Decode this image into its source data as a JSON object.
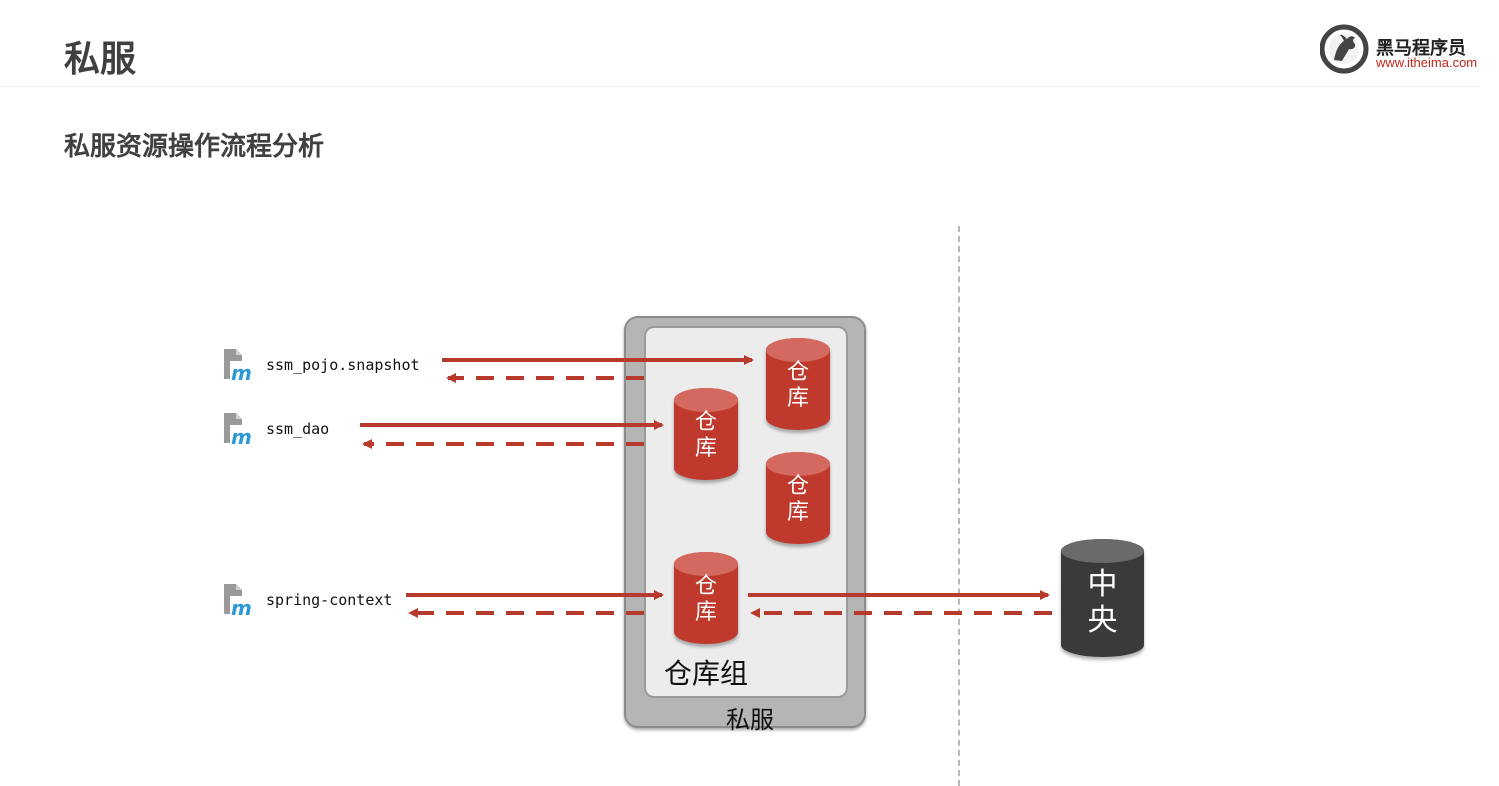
{
  "page": {
    "title": "私服",
    "subtitle": "私服资源操作流程分析"
  },
  "logo": {
    "name": "黑马程序员",
    "url": "www.itheima.com"
  },
  "diagram": {
    "server_label": "私服",
    "group_label": "仓库组",
    "repositories": [
      {
        "label": "仓\n库"
      },
      {
        "label": "仓\n库"
      },
      {
        "label": "仓\n库"
      },
      {
        "label": "仓\n库"
      }
    ],
    "central": {
      "label": "中\n央"
    },
    "modules": [
      {
        "label": "ssm_pojo.snapshot"
      },
      {
        "label": "ssm_dao"
      },
      {
        "label": "spring-context"
      }
    ],
    "colors": {
      "arrow": "#b83a2c",
      "repository": "#bf3a2c",
      "central": "#3a3a3a",
      "module_icon_grey": "#9a9a9a",
      "module_icon_blue": "#2b9ad6"
    }
  }
}
